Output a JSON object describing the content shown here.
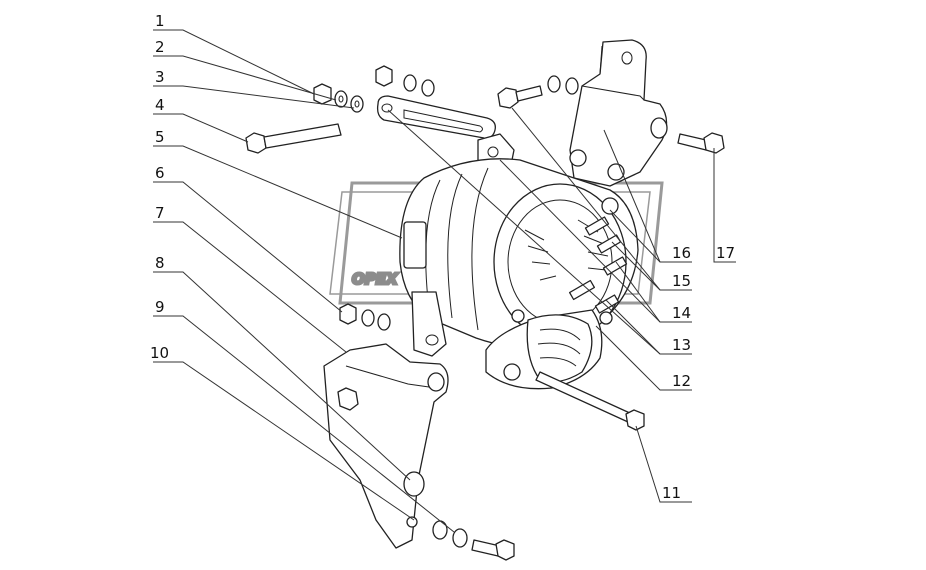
{
  "watermark": "OPEX",
  "callouts": {
    "c1": "1",
    "c2": "2",
    "c3": "3",
    "c4": "4",
    "c5": "5",
    "c6": "6",
    "c7": "7",
    "c8": "8",
    "c9": "9",
    "c10": "10",
    "c11": "11",
    "c12": "12",
    "c13": "13",
    "c14": "14",
    "c15": "15",
    "c16": "16",
    "c17": "17"
  }
}
